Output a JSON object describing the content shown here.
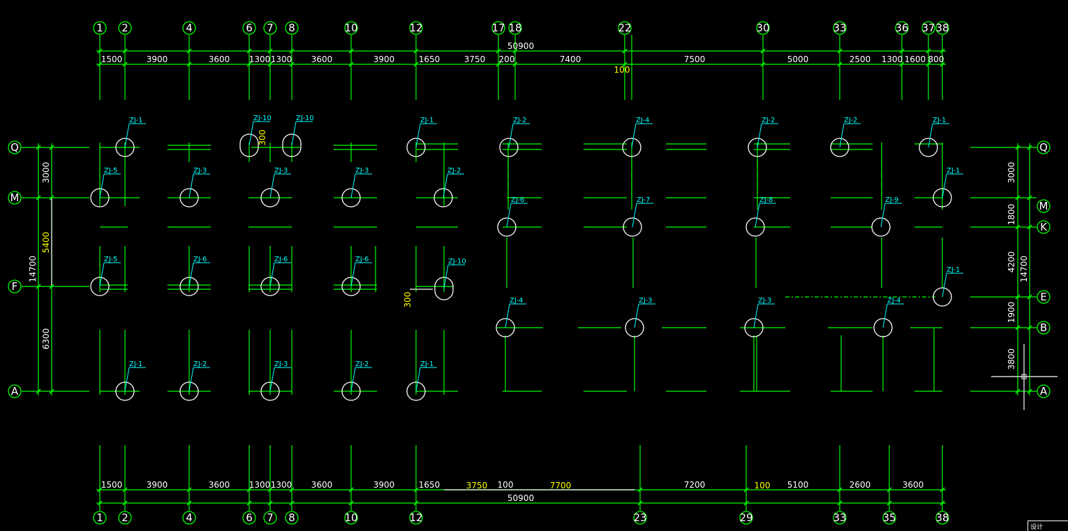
{
  "colors": {
    "grid": "#00ff00",
    "text": "#ffffff",
    "label": "#00ffff",
    "annot": "#ffff00",
    "column": "#ffffff",
    "background": "#000000"
  },
  "top_axes": [
    "1",
    "2",
    "4",
    "6",
    "7",
    "8",
    "10",
    "12",
    "17",
    "18",
    "22",
    "30",
    "33",
    "36",
    "37",
    "38"
  ],
  "bottom_axes": [
    "1",
    "2",
    "4",
    "6",
    "7",
    "8",
    "10",
    "12",
    "23",
    "29",
    "33",
    "35",
    "38"
  ],
  "row_axes_left": [
    "Q",
    "M",
    "F",
    "A"
  ],
  "row_axes_right": [
    "Q",
    "M",
    "K",
    "E",
    "B",
    "A"
  ],
  "top_total": "50900",
  "top_dims": [
    "1500",
    "3900",
    "3600",
    "1300",
    "1300",
    "3600",
    "3900",
    "1650",
    "3750",
    "200",
    "7400",
    "7500",
    "5000",
    "2500",
    "1300",
    "1600",
    "800"
  ],
  "top_note": "100",
  "bottom_total": "50900",
  "bottom_dims_white": [
    "1500",
    "3900",
    "3600",
    "1300",
    "1300",
    "3600",
    "3900",
    "1650",
    "100",
    "7200",
    "5100",
    "2600",
    "3600"
  ],
  "bottom_dims_yellow": [
    "3750",
    "7700",
    "100"
  ],
  "left_dims": [
    "3000",
    "14700",
    "6300"
  ],
  "left_dim_yellow": "5400",
  "right_dims": [
    "3000",
    "1800",
    "4200",
    "14700",
    "1900",
    "3800"
  ],
  "col_dim_notes": [
    "300",
    "300"
  ],
  "footing_labels": [
    "ZJ-1",
    "ZJ-10",
    "ZJ-10",
    "ZJ-1",
    "ZJ-2",
    "ZJ-4",
    "ZJ-2",
    "ZJ-2",
    "ZJ-1",
    "ZJ-5",
    "ZJ-3",
    "ZJ-3",
    "ZJ-3",
    "ZJ-2",
    "ZJ-1",
    "ZJ-6",
    "ZJ-7",
    "ZJ-8",
    "ZJ-9",
    "ZJ-5",
    "ZJ-6",
    "ZJ-6",
    "ZJ-6",
    "ZJ-10",
    "ZJ-1",
    "ZJ-4",
    "ZJ-3",
    "ZJ-3",
    "ZJ-4",
    "ZJ-1",
    "ZJ-2",
    "ZJ-3",
    "ZJ-2",
    "ZJ-1"
  ],
  "corner_text": "设计"
}
